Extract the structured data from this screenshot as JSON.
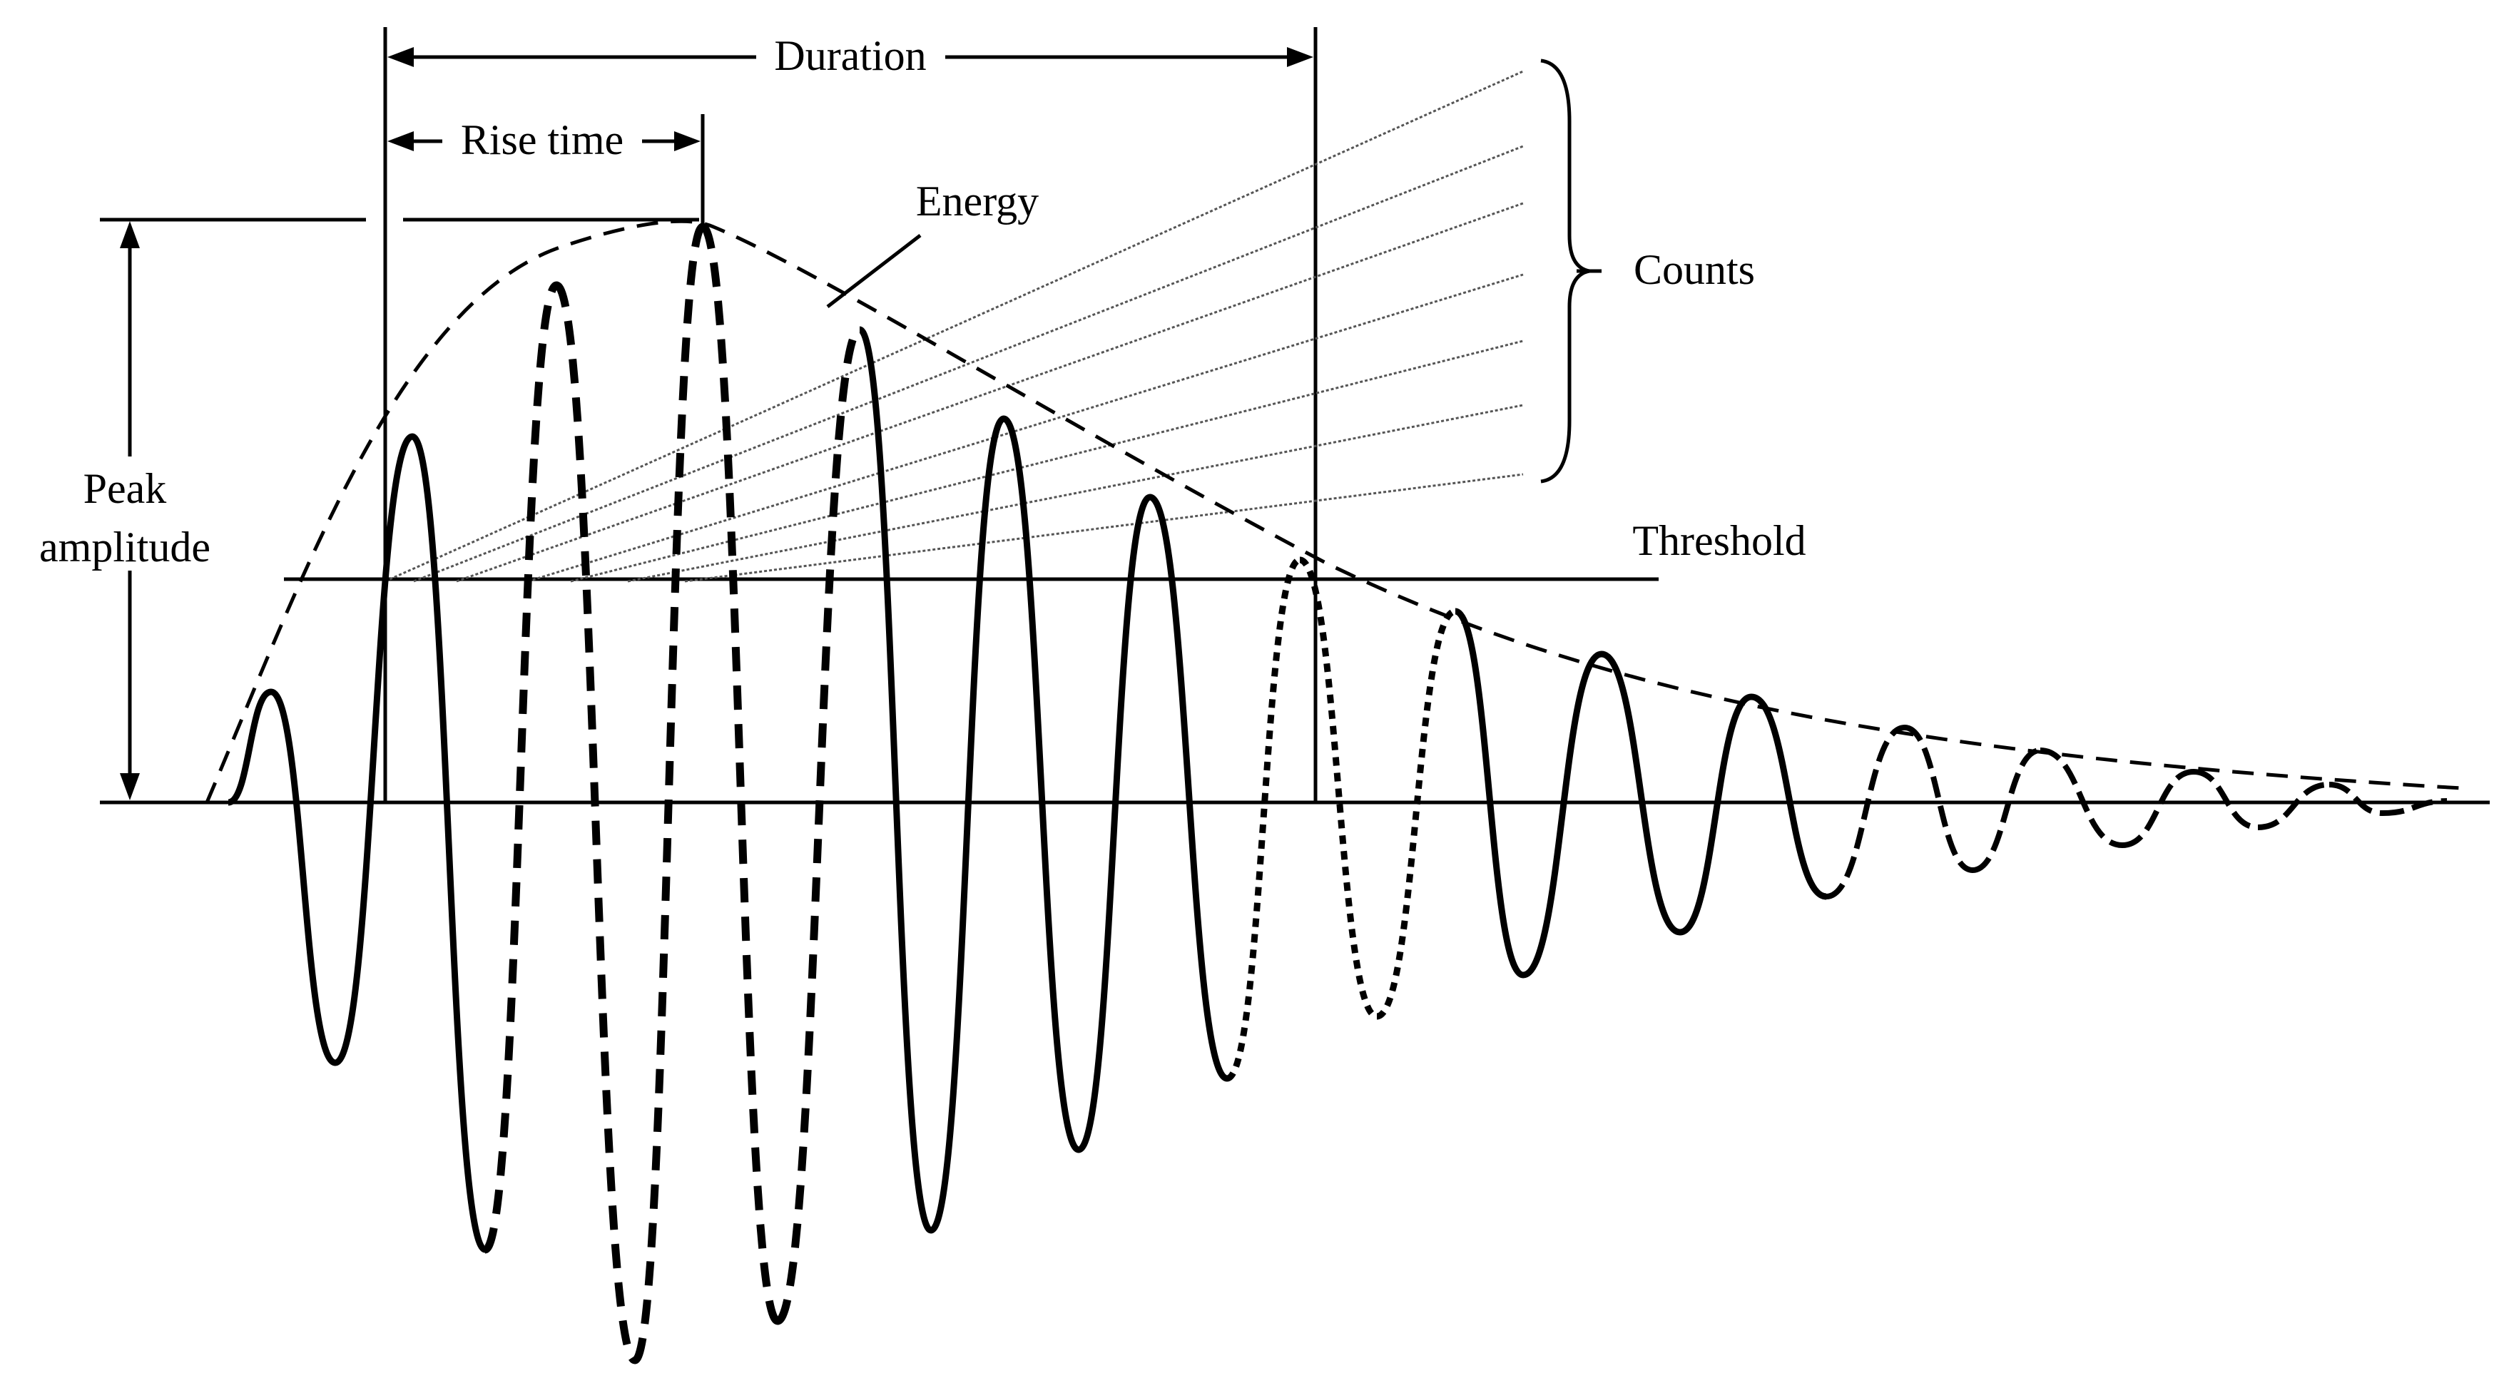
{
  "labels": {
    "duration": "Duration",
    "rise_time": "Rise time",
    "energy": "Energy",
    "counts": "Counts",
    "peak_amplitude_line1": "Peak",
    "peak_amplitude_line2": "amplitude",
    "threshold": "Threshold"
  },
  "style": {
    "ink_color": "#000000",
    "hatch_color": "#555555",
    "background": "#ffffff"
  }
}
